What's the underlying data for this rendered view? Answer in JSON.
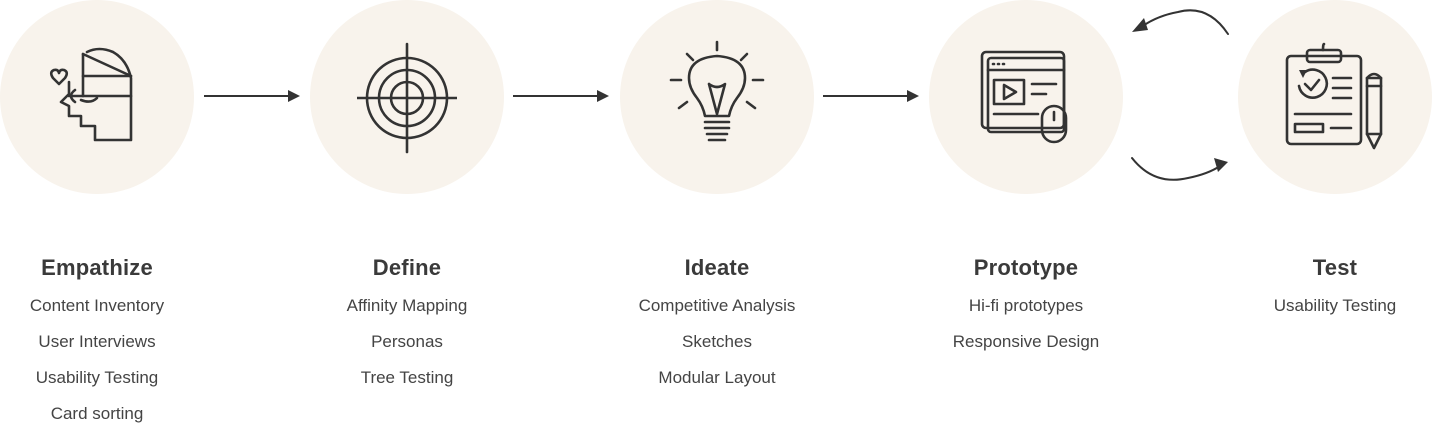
{
  "stages": [
    {
      "title": "Empathize",
      "icon": "head-heart-icon",
      "items": [
        "Content Inventory",
        "User Interviews",
        "Usability Testing",
        "Card sorting"
      ]
    },
    {
      "title": "Define",
      "icon": "target-icon",
      "items": [
        "Affinity Mapping",
        "Personas",
        "Tree Testing"
      ]
    },
    {
      "title": "Ideate",
      "icon": "lightbulb-icon",
      "items": [
        "Competitive Analysis",
        "Sketches",
        "Modular Layout"
      ]
    },
    {
      "title": "Prototype",
      "icon": "browser-mouse-icon",
      "items": [
        "Hi-fi prototypes",
        "Responsive Design"
      ]
    },
    {
      "title": "Test",
      "icon": "clipboard-pencil-icon",
      "items": [
        "Usability Testing"
      ]
    }
  ],
  "colors": {
    "circle": "#f8f3ec",
    "stroke": "#333333",
    "text": "#3b3b3b"
  }
}
